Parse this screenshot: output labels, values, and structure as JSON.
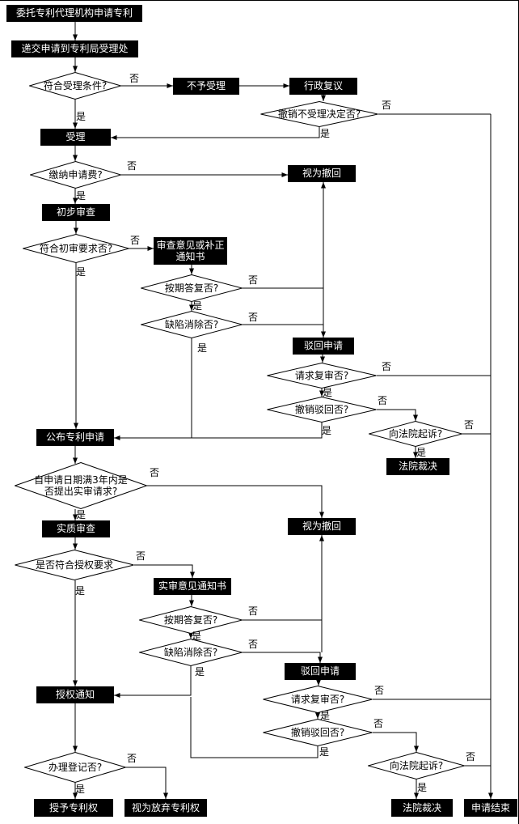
{
  "diagram": {
    "edge_labels": {
      "yes": "是",
      "no": "否"
    },
    "nodes": {
      "entrust": "委托专利代理机构申请专利",
      "submit": "递交申请到专利局受理处",
      "meet_acceptance": "符合受理条件?",
      "not_accepted": "不予受理",
      "admin_review": "行政复议",
      "revoke_decision": "撤销不受理决定否?",
      "accepted": "受理",
      "pay_fee": "缴纳申请费?",
      "deemed_withdrawn_1": "视为撤回",
      "preliminary_exam": "初步审查",
      "meet_preliminary": "符合初审要求否?",
      "exam_notice": "审查意见或补正通知书",
      "reply_on_time_1": "按期答复否?",
      "defects_removed_1": "缺陷消除否?",
      "reject_1": "驳回申请",
      "request_reexam_1": "请求复审否?",
      "revoke_rejection_1": "撤销驳回否?",
      "sue_court_1": "向法院起诉?",
      "court_ruling_1": "法院裁决",
      "publish": "公布专利申请",
      "request_exam_3yr": "自申请日期满3年内是否提出实审请求?",
      "substantive_exam": "实质审查",
      "deemed_withdrawn_2": "视为撤回",
      "meet_grant": "是否符合授权要求",
      "sub_exam_notice": "实审意见通知书",
      "reply_on_time_2": "按期答复否?",
      "defects_removed_2": "缺陷消除否?",
      "reject_2": "驳回申请",
      "grant_notice": "授权通知",
      "request_reexam_2": "请求复审否?",
      "revoke_rejection_2": "撤销驳回否?",
      "sue_court_2": "向法院起诉?",
      "register": "办理登记否?",
      "grant_patent": "授予专利权",
      "deemed_abandoned": "视为放弃专利权",
      "court_ruling_2": "法院裁决",
      "end": "申请结束"
    }
  }
}
